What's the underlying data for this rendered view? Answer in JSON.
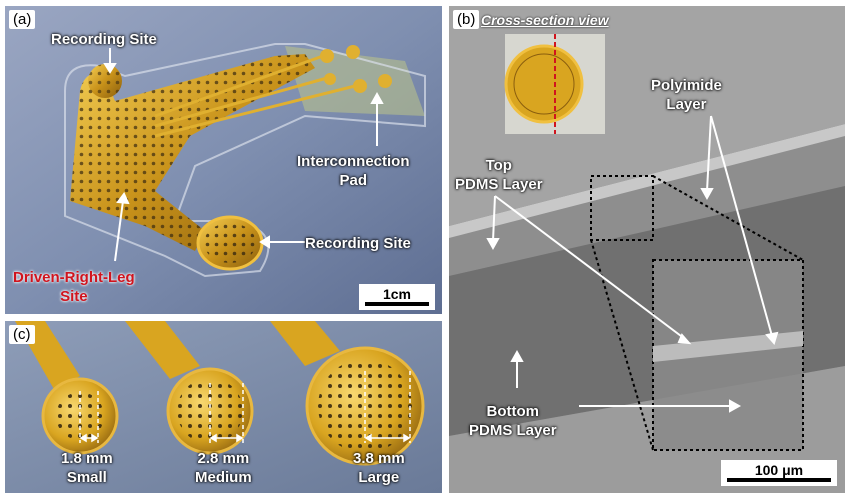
{
  "panels": {
    "a": {
      "label": "(a)",
      "recording_site_top": "Recording Site",
      "interconnection_line1": "Interconnection",
      "interconnection_line2": "Pad",
      "recording_site_right": "Recording Site",
      "drl_line1": "Driven-Right-Leg",
      "drl_line2": "Site",
      "scale": "1cm"
    },
    "b": {
      "label": "(b)",
      "title": "Cross-section view",
      "polyimide_line1": "Polyimide",
      "polyimide_line2": "Layer",
      "top_pdms_line1": "Top",
      "top_pdms_line2": "PDMS Layer",
      "bottom_pdms_line1": "Bottom",
      "bottom_pdms_line2": "PDMS Layer",
      "scale": "100 μm"
    },
    "c": {
      "label": "(c)",
      "sizes": [
        {
          "dim": "1.8 mm",
          "name": "Small"
        },
        {
          "dim": "2.8 mm",
          "name": "Medium"
        },
        {
          "dim": "3.8 mm",
          "name": "Large"
        }
      ]
    }
  },
  "colors": {
    "gold": "#d9a520",
    "panel_a_bg": "#7f8fb0",
    "panel_b_bg": "#8a8a8a",
    "drl_label": "#d0141e",
    "section_line": "#d0141e"
  }
}
